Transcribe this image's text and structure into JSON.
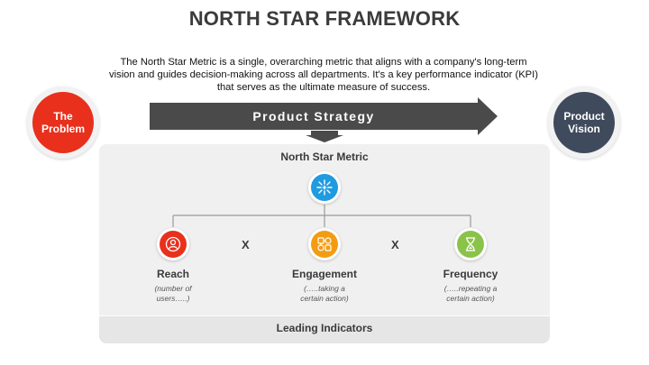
{
  "title": "NORTH STAR FRAMEWORK",
  "description": "The North Star Metric is a single, overarching metric that aligns with a company's long-term vision and guides decision-making across all departments. It's a key performance indicator (KPI) that serves as the ultimate measure of success.",
  "left_circle": {
    "label": "The Problem",
    "color": "#e8301c"
  },
  "right_circle": {
    "label": "Product Vision",
    "color": "#3f4a5c"
  },
  "strategy_arrow": {
    "label": "Product Strategy",
    "color": "#4a4a4a"
  },
  "north_star": {
    "label": "North Star Metric",
    "icon": "burst-icon",
    "color": "#1f9be0"
  },
  "operators": [
    "X",
    "X"
  ],
  "metrics": [
    {
      "label": "Reach",
      "sub_line1": "(number of",
      "sub_line2": "users…..)",
      "icon": "user-icon",
      "color": "#e8301c"
    },
    {
      "label": "Engagement",
      "sub_line1": "(…..taking a",
      "sub_line2": "certain action)",
      "icon": "engagement-icon",
      "color": "#f39c12"
    },
    {
      "label": "Frequency",
      "sub_line1": "(…..repeating a",
      "sub_line2": "certain action)",
      "icon": "hourglass-icon",
      "color": "#8bc34a"
    }
  ],
  "footer": {
    "label": "Leading Indicators"
  }
}
